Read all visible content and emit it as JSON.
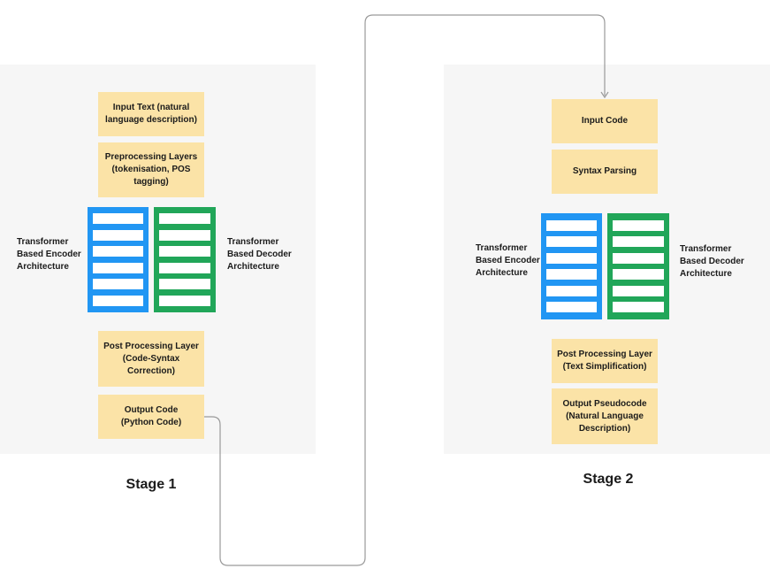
{
  "colors": {
    "panel": "#f6f6f6",
    "box": "#fbe3a7",
    "encoder": "#2196f3",
    "decoder": "#21a659",
    "connector": "#9a9a9a"
  },
  "stage1": {
    "input": "Input Text (natural\nlanguage description)",
    "preprocessing": "Preprocessing Layers\n(tokenisation, POS\ntagging)",
    "encoder_label": "Transformer\nBased Encoder\nArchitecture",
    "decoder_label": "Transformer\nBased Decoder\nArchitecture",
    "postprocessing": "Post Processing Layer\n(Code-Syntax\nCorrection)",
    "output": "Output Code\n(Python Code)",
    "title": "Stage 1"
  },
  "stage2": {
    "input": "Input Code",
    "parsing": "Syntax Parsing",
    "encoder_label": "Transformer\nBased Encoder\nArchitecture",
    "decoder_label": "Transformer\nBased Decoder\nArchitecture",
    "postprocessing": "Post Processing Layer\n(Text Simplification)",
    "output": "Output Pseudocode\n(Natural Language\nDescription)",
    "title": "Stage 2"
  }
}
